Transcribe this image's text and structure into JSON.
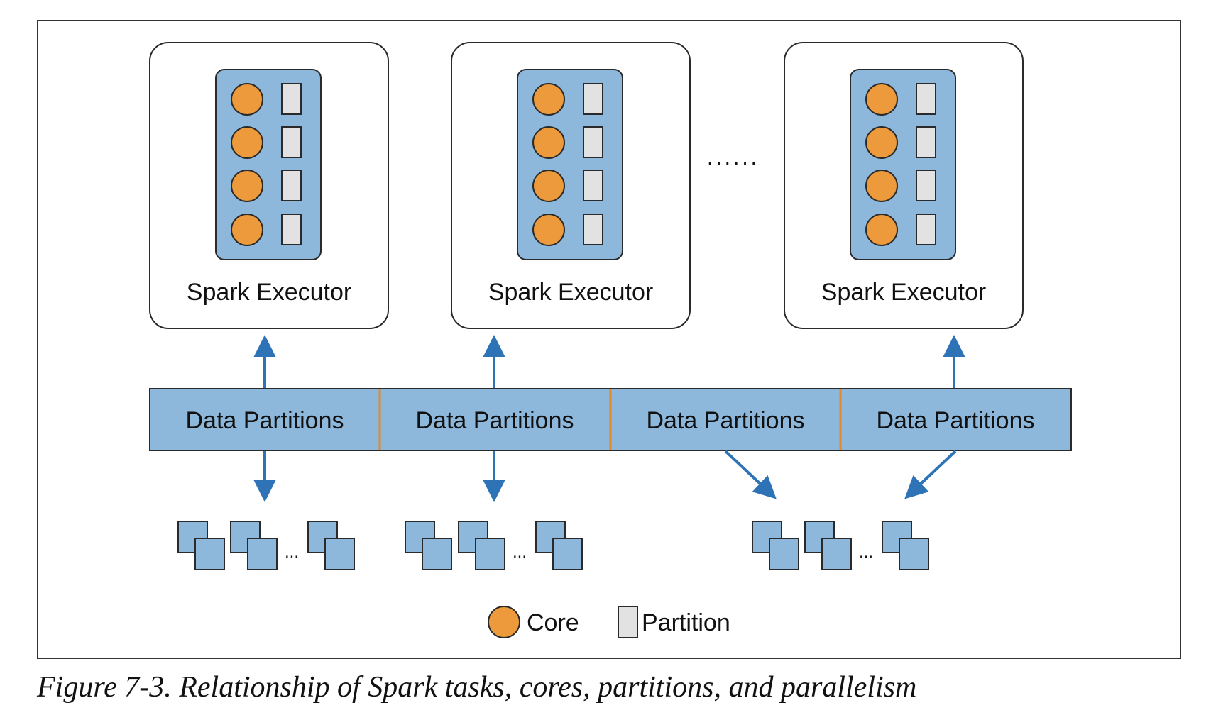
{
  "colors": {
    "core": "#ec9a3c",
    "partition": "#e2e2e2",
    "panel": "#8db8dc",
    "arrow": "#2f73b7",
    "divider": "#e08a2c",
    "stroke": "#2a2a2a"
  },
  "executors": [
    {
      "label": "Spark Executor",
      "cores": 4
    },
    {
      "label": "Spark Executor",
      "cores": 4
    },
    {
      "label": "Spark Executor",
      "cores": 4
    }
  ],
  "executor_gap_ellipsis": "......",
  "partitions_bar": [
    {
      "label": "Data Partitions"
    },
    {
      "label": "Data Partitions"
    },
    {
      "label": "Data Partitions"
    },
    {
      "label": "Data Partitions"
    }
  ],
  "task_ellipsis": "...",
  "legend": {
    "core_label": "Core",
    "partition_label": "Partition"
  },
  "caption": "Figure 7-3. Relationship of Spark tasks, cores, partitions, and parallelism"
}
